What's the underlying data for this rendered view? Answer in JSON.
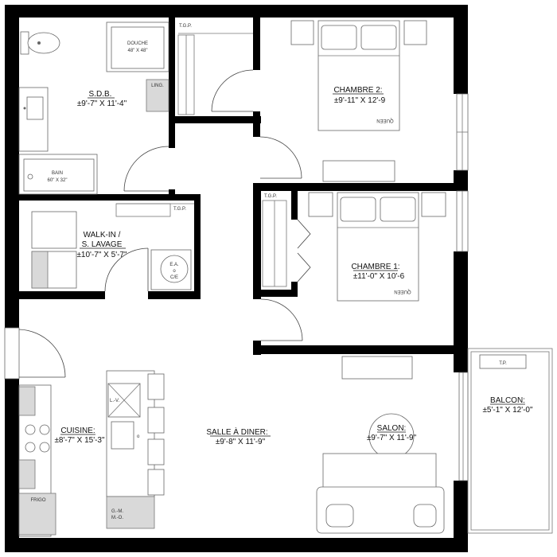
{
  "rooms": {
    "sdb": {
      "name": "S.D.B.",
      "dim": "±9'-7\" X 11'-4\""
    },
    "chambre2": {
      "name": "CHAMBRE 2:",
      "dim": "±9'-11\" X 12'-9"
    },
    "walkin": {
      "name_line1": "WALK-IN /",
      "name_line2": "S. LAVAGE",
      "dim": "±10'-7\" X 5'-7\""
    },
    "chambre1": {
      "name": "CHAMBRE 1:",
      "dim": "±11'-0\" X 10'-6"
    },
    "balcon": {
      "name": "BALCON:",
      "dim": "±5'-1\" X 12'-0\""
    },
    "cuisine": {
      "name": "CUISINE:",
      "dim": "±8'-7\" X 15'-3\""
    },
    "salle": {
      "name": "SALLE À DINER:",
      "dim": "±9'-8\" X 11'-9\""
    },
    "salon": {
      "name": "SALON:",
      "dim": "±9'-7\" X 11'-9\""
    }
  },
  "fixtures": {
    "douche_line1": "DOUCHE",
    "douche_line2": "48\" X 48\"",
    "ling": "LING.",
    "tgp": "T.G.P.",
    "bain_line1": "BAIN",
    "bain_line2": "60\" X 32\"",
    "queen": "QUEEN",
    "ea": "E.A.",
    "o": "o",
    "ce": "C/E",
    "tp": "T.P.",
    "lv": "L.-V.",
    "gm": "G.-M.",
    "mo": "M.-O.",
    "frigo": "FRIGO"
  }
}
